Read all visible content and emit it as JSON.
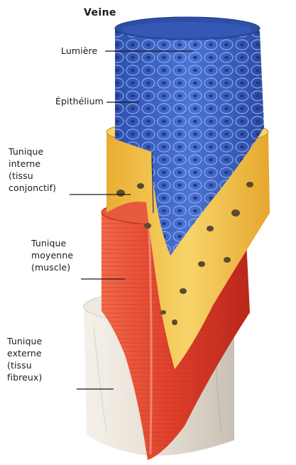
{
  "title": "Veine",
  "labels": {
    "lumiere": "Lumière",
    "epithelium": "Épithélium",
    "tunique_interne": "Tunique\ninterne\n(tissu\nconjonctif)",
    "tunique_moyenne": "Tunique\nmoyenne\n(muscle)",
    "tunique_externe": "Tunique\nexterne\n(tissu\nfibreux)"
  },
  "colors": {
    "epithelium_blue": "#3b63c4",
    "tunique_interne_yellow": "#f3c64e",
    "tunique_moyenne_red": "#e0402c",
    "tunique_externe_white": "#e9e3d8"
  }
}
